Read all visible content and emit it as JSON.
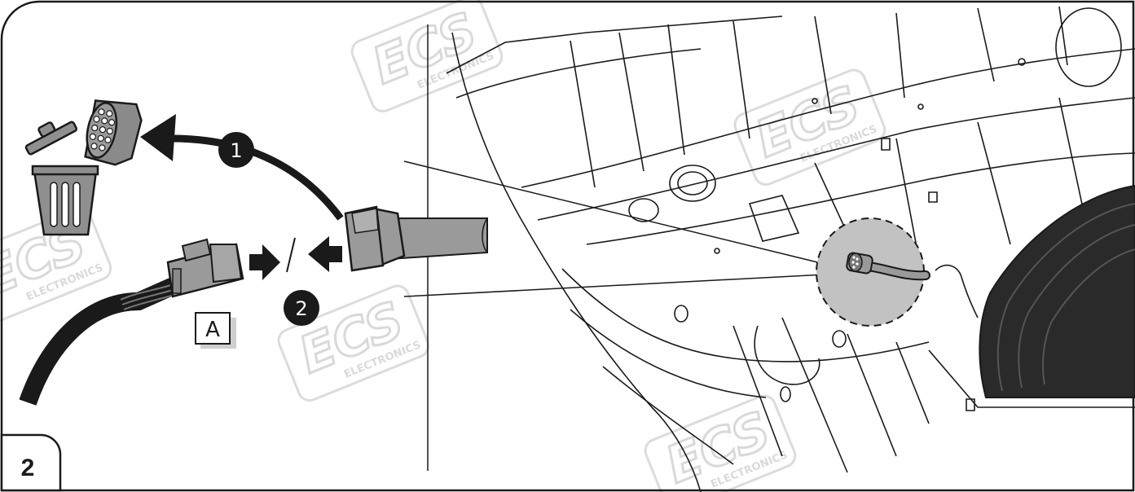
{
  "step": {
    "number": "2"
  },
  "callouts": [
    {
      "number": "1"
    },
    {
      "number": "2"
    }
  ],
  "part_label": "A",
  "watermark": {
    "brand": "ECS",
    "sub": "ELECTRONICS",
    "color": "#d6d6d6"
  },
  "colors": {
    "line": "#1a1a1a",
    "zoom_fill": "#bdbdbd",
    "tire": "#222222",
    "cable": "#999999",
    "bin": "#9a9a9a"
  }
}
